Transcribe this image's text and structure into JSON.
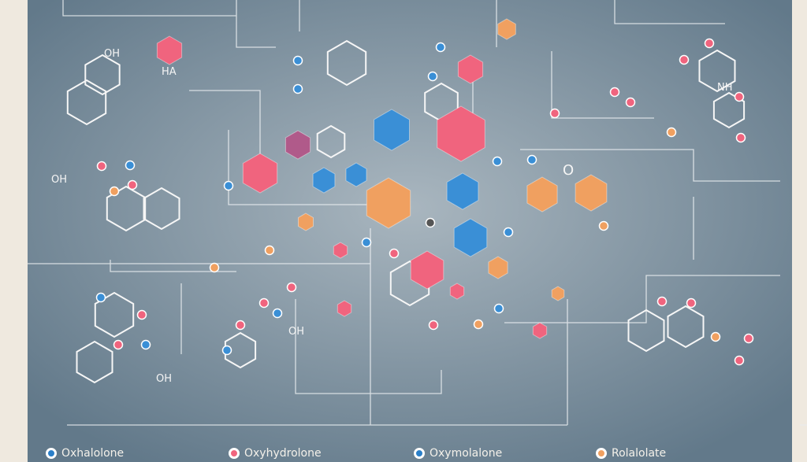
{
  "colors": {
    "background": "#6a8291",
    "pink": "#f0647e",
    "blue": "#3a8fd6",
    "orange": "#f0a060",
    "purple": "#b05a8a",
    "line": "#e8ecef"
  },
  "labels": {
    "oh1": "OH",
    "oh2": "OH",
    "nh": "NH",
    "o1": "O",
    "oh3": "OH",
    "oh4": "OH",
    "ha": "HA"
  },
  "legend": [
    {
      "label": "Oxhalolone",
      "color": "#2a7fc9"
    },
    {
      "label": "Oxyhydrolone",
      "color": "#f0647e"
    },
    {
      "label": "Oxymolalone",
      "color": "#2a7fc9"
    },
    {
      "label": "Rolalolate",
      "color": "#f0a060"
    }
  ]
}
